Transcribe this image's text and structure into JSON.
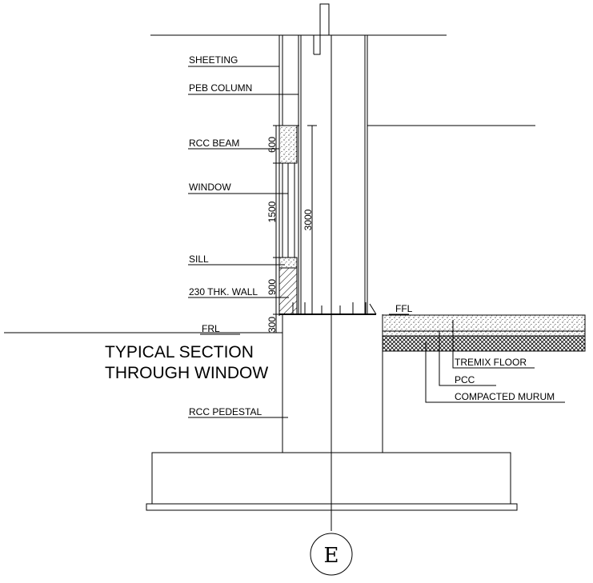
{
  "labels": {
    "sheeting": "SHEETING",
    "peb_column": "PEB COLUMN",
    "rcc_beam": "RCC BEAM",
    "window": "WINDOW",
    "sill": "SILL",
    "wall": "230 THK. WALL",
    "ffl": "FFL",
    "frl": "FRL",
    "tremix": "TREMIX FLOOR",
    "pcc": "PCC",
    "murum": "COMPACTED MURUM",
    "pedestal": "RCC PEDESTAL"
  },
  "title": {
    "line1": "TYPICAL SECTION",
    "line2": "THROUGH WINDOW"
  },
  "dimensions": {
    "beam": "600",
    "window": "1500",
    "wall": "900",
    "plinth": "300",
    "column": "3000"
  },
  "grid_marker": "E"
}
